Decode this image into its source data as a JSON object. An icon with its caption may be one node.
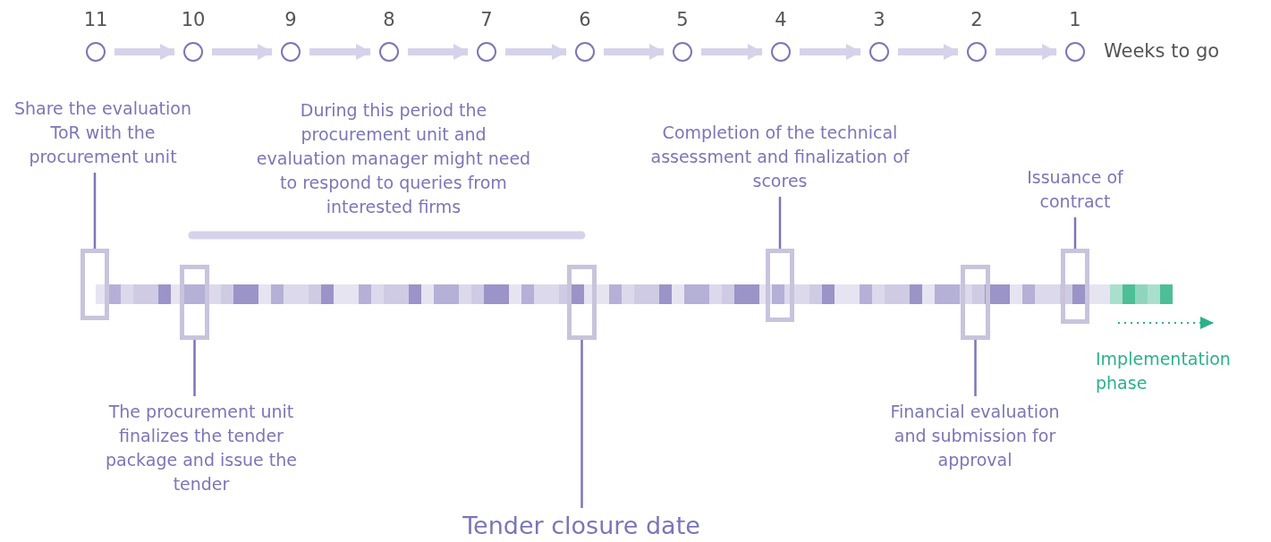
{
  "diagram": {
    "nodes": [
      {
        "text": [
          "11"
        ]
      },
      {
        "text": [
          "10"
        ]
      },
      {
        "text": [
          "9"
        ]
      },
      {
        "text": [
          "8"
        ]
      },
      {
        "text": [
          "7"
        ]
      },
      {
        "text": [
          "6"
        ]
      },
      {
        "text": [
          "5"
        ]
      },
      {
        "text": [
          "4"
        ]
      },
      {
        "text": [
          "3"
        ]
      },
      {
        "text": [
          "2"
        ]
      },
      {
        "text": [
          "1"
        ],
        "beside": [
          "Weeks to go"
        ]
      },
      {
        "text": [
          "Share the evaluation ToR with the procurement unit"
        ]
      },
      {
        "text": [
          "Completion of the technical assessment and finalization of scores"
        ]
      },
      {
        "text": [
          "Issuance of contract"
        ]
      },
      {
        "text": [],
        "shape": "box"
      },
      {
        "text": [],
        "shape": "box"
      },
      {
        "text": [],
        "shape": "box"
      },
      {
        "text": [],
        "shape": "box"
      },
      {
        "text": [],
        "shape": "box"
      },
      {
        "text": [],
        "shape": "box"
      },
      {
        "text": [
          "The procurement unit finalizes the tender package and issue the tender"
        ]
      },
      {
        "text": [
          "Financial evaluation and submission for approval"
        ]
      },
      {
        "text": [
          "Tender closure date"
        ]
      }
    ],
    "edges": [
      {
        "from": 0,
        "to": 1,
        "arrow": "to"
      },
      {
        "from": 1,
        "to": 2,
        "arrow": "to"
      },
      {
        "from": 2,
        "to": 3,
        "arrow": "to"
      },
      {
        "from": 3,
        "to": 4,
        "arrow": "to"
      },
      {
        "from": 4,
        "to": 5,
        "arrow": "to"
      },
      {
        "from": 5,
        "to": 6,
        "arrow": "to"
      },
      {
        "from": 6,
        "to": 7,
        "arrow": "to"
      },
      {
        "from": 7,
        "to": 8,
        "arrow": "to"
      },
      {
        "from": 8,
        "to": 9,
        "arrow": "to"
      },
      {
        "from": 9,
        "to": 10,
        "arrow": "to"
      },
      {
        "from": 11,
        "to": 14,
        "arrow": "none",
        "color": "#7b76b8"
      },
      {
        "from": 12,
        "to": 17,
        "arrow": "none",
        "color": "#7b76b8"
      },
      {
        "from": 13,
        "to": 19,
        "arrow": "none",
        "color": "#7b76b8"
      },
      {
        "from": 20,
        "to": 15,
        "arrow": "none",
        "color": "#7b76b8"
      },
      {
        "from": 21,
        "to": 18,
        "arrow": "none",
        "color": "#7b76b8"
      },
      {
        "from": 22,
        "to": 16,
        "arrow": "none",
        "color": "#7b76b8"
      }
    ],
    "labels": [
      "During this period the procurement unit and evaluation manager might need to respond to queries from interested firms",
      "Implementation phase"
    ]
  }
}
